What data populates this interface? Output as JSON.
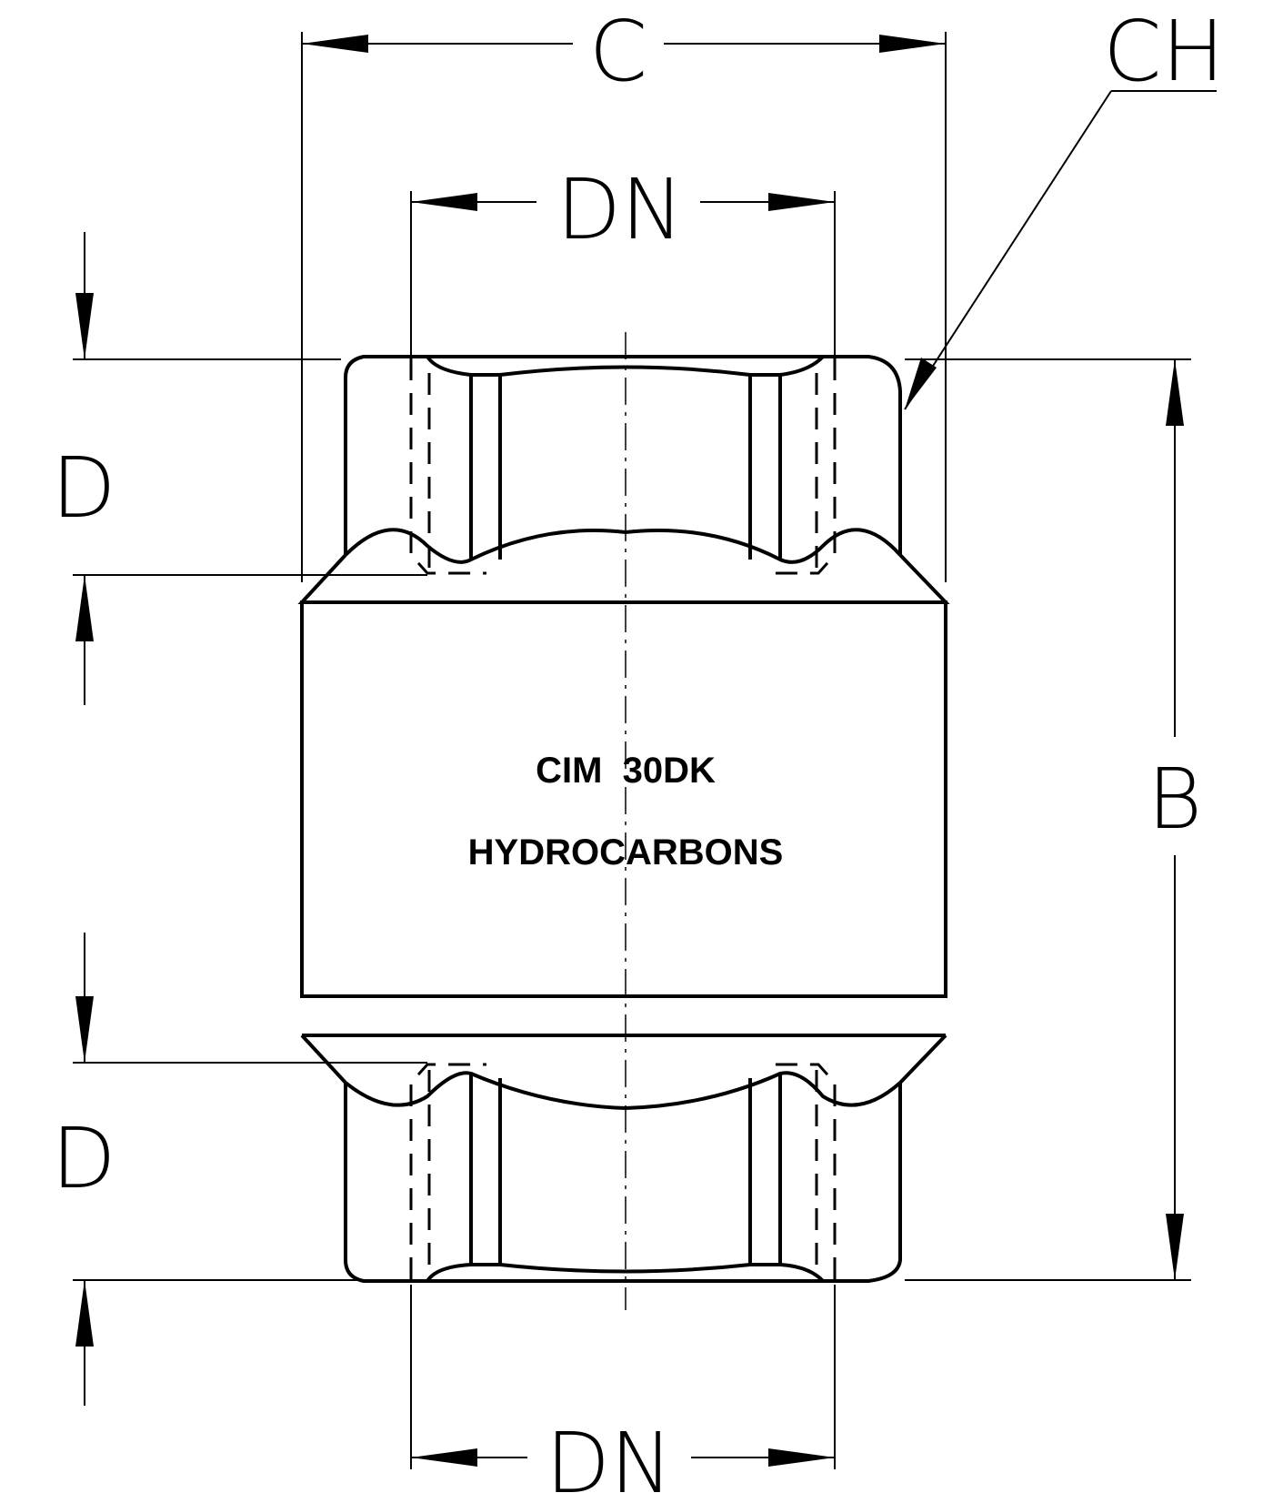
{
  "dimensions": {
    "C": "C",
    "DN_top": "DN",
    "DN_bottom": "DN",
    "CH": "CH",
    "D_upper": "D",
    "D_lower": "D",
    "B": "B"
  },
  "body_marking": {
    "line1": "CIM  30DK",
    "line2": "HYDROCARBONS"
  }
}
